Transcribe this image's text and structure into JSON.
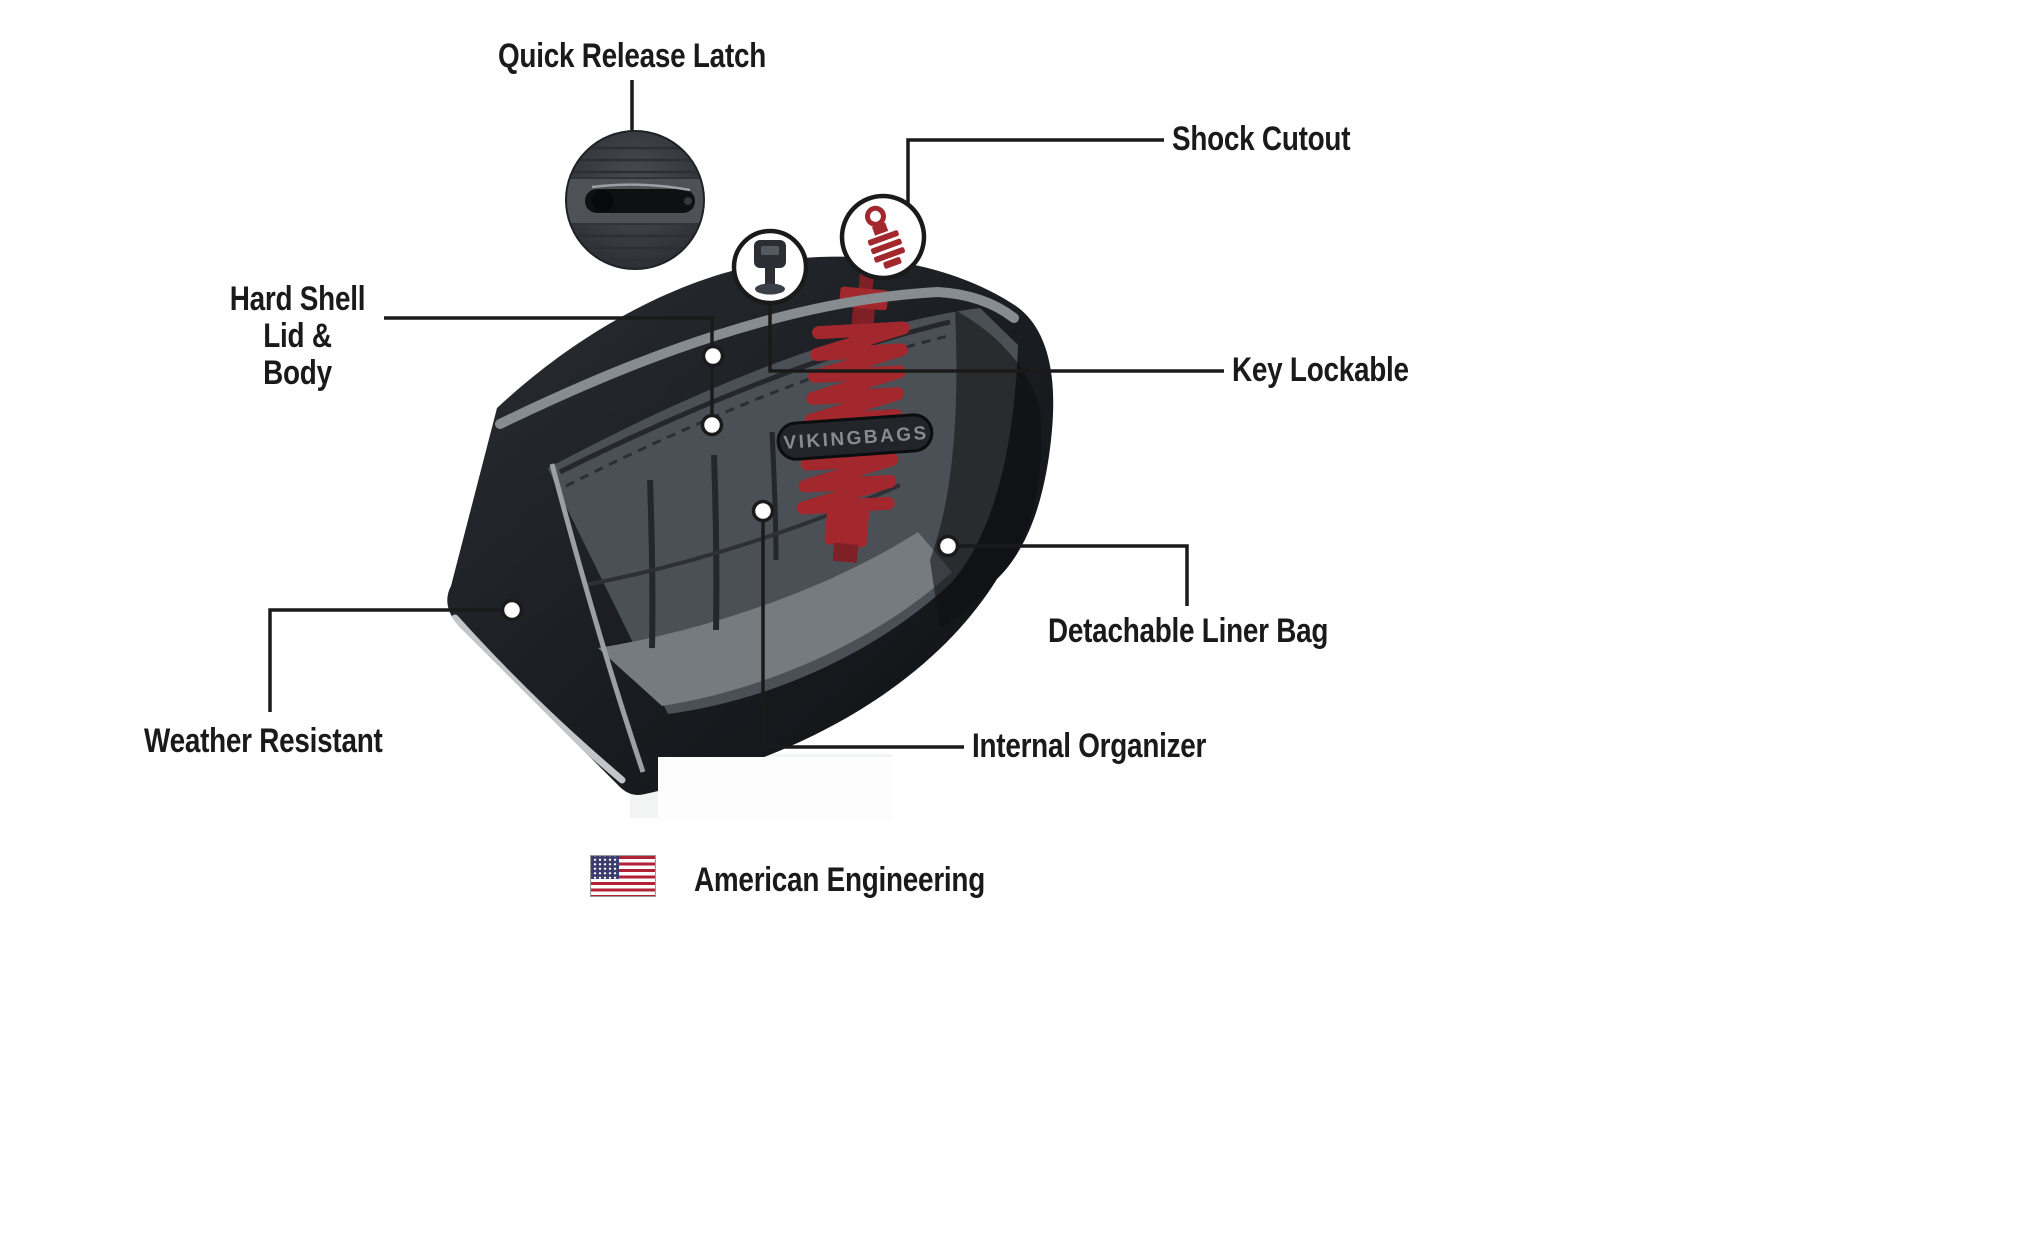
{
  "labels": {
    "quick_release": "Quick Release Latch",
    "shock_cutout": "Shock Cutout",
    "hard_shell_line1": "Hard Shell",
    "hard_shell_line2": "Lid & Body",
    "key_lockable": "Key Lockable",
    "detachable_liner": "Detachable Liner Bag",
    "weather_resistant": "Weather Resistant",
    "internal_organizer": "Internal Organizer",
    "american_engineering": "American Engineering"
  },
  "badge": {
    "text": "VIKINGBAGS"
  },
  "icons": {
    "latch_inset": "quick-release-latch-photo",
    "key": "key-lock-icon",
    "shock": "shock-absorber-icon",
    "flag": "us-flag-icon"
  },
  "colors": {
    "label_text": "#1a1a1a",
    "connector_line": "#1a1a1a",
    "bag_black": "#17191d",
    "stripe_gray": "#878c91",
    "interior_gray": "#4b5056",
    "floor_gray": "#767b80",
    "shock_red": "#a2282e",
    "flag_red": "#b22234",
    "flag_blue": "#3c3b6e"
  }
}
